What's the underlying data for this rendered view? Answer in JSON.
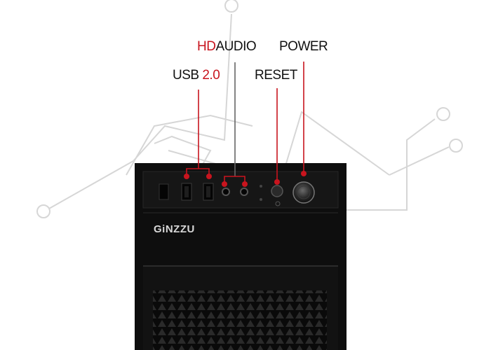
{
  "labels": {
    "usb_prefix": "USB",
    "usb_version": "2.0",
    "hd": "HD",
    "audio": "AUDIO",
    "reset": "RESET",
    "power": "POWER"
  },
  "brand": "GiNZZU",
  "colors": {
    "accent": "#c8141e",
    "case": "#0e0e0e",
    "text": "#111111"
  }
}
